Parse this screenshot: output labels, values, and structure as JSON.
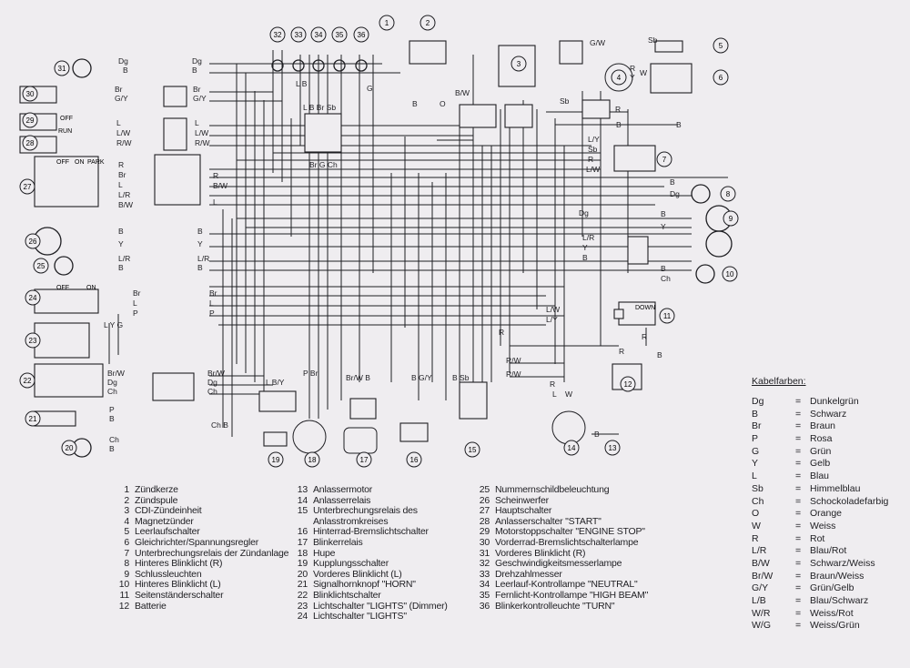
{
  "components": [
    "1",
    "2",
    "3",
    "4",
    "5",
    "6",
    "7",
    "8",
    "9",
    "10",
    "11",
    "12",
    "13",
    "14",
    "15",
    "16",
    "17",
    "18",
    "19",
    "20",
    "21",
    "22",
    "23",
    "24",
    "25",
    "26",
    "27",
    "28",
    "29",
    "30",
    "31",
    "32",
    "33",
    "34",
    "35",
    "36"
  ],
  "switch_labels": {
    "off": "OFF",
    "run": "RUN",
    "on": "ON",
    "park": "PARK",
    "down": "DOWN"
  },
  "wire_labels": [
    "Dg",
    "B",
    "Dg",
    "B",
    "Br",
    "G/Y",
    "Br",
    "G/Y",
    "L",
    "L/W",
    "R/W",
    "L",
    "L/W",
    "R/W",
    "R",
    "Br",
    "L",
    "L/R",
    "B/W",
    "R",
    "B/W",
    "L",
    "B",
    "Y",
    "B",
    "Y",
    "L/R",
    "B",
    "L/R",
    "B",
    "Br",
    "L",
    "P",
    "Br",
    "L",
    "P",
    "L Y G",
    "Br/W",
    "Dg",
    "Ch",
    "Br/W",
    "Dg",
    "Ch",
    "P",
    "B",
    "Ch",
    "B",
    "Ch B",
    "L  B/Y",
    "P  Br",
    "Br/W B",
    "B  G/Y",
    "B  Sb",
    "L B",
    "Sb",
    "R",
    "Y",
    "W",
    "Sb",
    "R",
    "B",
    "B",
    "L/Y",
    "Sb",
    "R",
    "L/W",
    "B",
    "Dg",
    "Dg",
    "B",
    "Y",
    "L/R",
    "Y",
    "B",
    "B",
    "Ch",
    "L/W",
    "L/Y",
    "R",
    "R",
    "B",
    "R",
    "R/W",
    "R/W",
    "R",
    "L",
    "W",
    "B",
    "O",
    "B",
    "G",
    "G/W",
    "B/W",
    "Br G Ch",
    "L B Br Sb"
  ],
  "legend_components": [
    {
      "n": "1",
      "t": "Zündkerze"
    },
    {
      "n": "2",
      "t": "Zündspule"
    },
    {
      "n": "3",
      "t": "CDI-Zündeinheit"
    },
    {
      "n": "4",
      "t": "Magnetzünder"
    },
    {
      "n": "5",
      "t": "Leerlaufschalter"
    },
    {
      "n": "6",
      "t": "Gleichrichter/Spannungsregler"
    },
    {
      "n": "7",
      "t": "Unterbrechungsrelais der Zündanlage"
    },
    {
      "n": "8",
      "t": "Hinteres Blinklicht (R)"
    },
    {
      "n": "9",
      "t": "Schlussleuchten"
    },
    {
      "n": "10",
      "t": "Hinteres Blinklicht (L)"
    },
    {
      "n": "11",
      "t": "Seitenständerschalter"
    },
    {
      "n": "12",
      "t": "Batterie"
    },
    {
      "n": "13",
      "t": "Anlassermotor"
    },
    {
      "n": "14",
      "t": "Anlasserrelais"
    },
    {
      "n": "15",
      "t": "Unterbrechungsrelais des Anlasstromkreises"
    },
    {
      "n": "16",
      "t": "Hinterrad-Bremslichtschalter"
    },
    {
      "n": "17",
      "t": "Blinkerrelais"
    },
    {
      "n": "18",
      "t": "Hupe"
    },
    {
      "n": "19",
      "t": "Kupplungsschalter"
    },
    {
      "n": "20",
      "t": "Vorderes Blinklicht (L)"
    },
    {
      "n": "21",
      "t": "Signalhornknopf \"HORN\""
    },
    {
      "n": "22",
      "t": "Blinklichtschalter"
    },
    {
      "n": "23",
      "t": "Lichtschalter \"LIGHTS\" (Dimmer)"
    },
    {
      "n": "24",
      "t": "Lichtschalter \"LIGHTS\""
    },
    {
      "n": "25",
      "t": "Nummernschildbeleuchtung"
    },
    {
      "n": "26",
      "t": "Scheinwerfer"
    },
    {
      "n": "27",
      "t": "Hauptschalter"
    },
    {
      "n": "28",
      "t": "Anlasserschalter \"START\""
    },
    {
      "n": "29",
      "t": "Motorstoppschalter \"ENGINE STOP\""
    },
    {
      "n": "30",
      "t": "Vorderrad-Bremslichtschalterlampe"
    },
    {
      "n": "31",
      "t": "Vorderes Blinklicht (R)"
    },
    {
      "n": "32",
      "t": "Geschwindigkeitsmesserlampe"
    },
    {
      "n": "33",
      "t": "Drehzahlmesser"
    },
    {
      "n": "34",
      "t": "Leerlauf-Kontrollampe \"NEUTRAL\""
    },
    {
      "n": "35",
      "t": "Fernlicht-Kontrollampe \"HIGH BEAM\""
    },
    {
      "n": "36",
      "t": "Blinkerkontrolleuchte \"TURN\""
    }
  ],
  "color_legend": {
    "title": "Kabelfarben:",
    "items": [
      {
        "code": "Dg",
        "eq": "=",
        "name": "Dunkelgrün"
      },
      {
        "code": "B",
        "eq": "=",
        "name": "Schwarz"
      },
      {
        "code": "Br",
        "eq": "=",
        "name": "Braun"
      },
      {
        "code": "P",
        "eq": "=",
        "name": "Rosa"
      },
      {
        "code": "G",
        "eq": "=",
        "name": "Grün"
      },
      {
        "code": "Y",
        "eq": "=",
        "name": "Gelb"
      },
      {
        "code": "L",
        "eq": "=",
        "name": "Blau"
      },
      {
        "code": "Sb",
        "eq": "=",
        "name": "Himmelblau"
      },
      {
        "code": "Ch",
        "eq": "=",
        "name": "Schockoladefarbig"
      },
      {
        "code": "O",
        "eq": "=",
        "name": "Orange"
      },
      {
        "code": "W",
        "eq": "=",
        "name": "Weiss"
      },
      {
        "code": "R",
        "eq": "=",
        "name": "Rot"
      },
      {
        "code": "L/R",
        "eq": "=",
        "name": "Blau/Rot"
      },
      {
        "code": "B/W",
        "eq": "=",
        "name": "Schwarz/Weiss"
      },
      {
        "code": "Br/W",
        "eq": "=",
        "name": "Braun/Weiss"
      },
      {
        "code": "G/Y",
        "eq": "=",
        "name": "Grün/Gelb"
      },
      {
        "code": "L/B",
        "eq": "=",
        "name": "Blau/Schwarz"
      },
      {
        "code": "W/R",
        "eq": "=",
        "name": "Weiss/Rot"
      },
      {
        "code": "W/G",
        "eq": "=",
        "name": "Weiss/Grün"
      }
    ]
  },
  "colors": {
    "ink": "#1e1e22",
    "paper": "#efedf0"
  }
}
